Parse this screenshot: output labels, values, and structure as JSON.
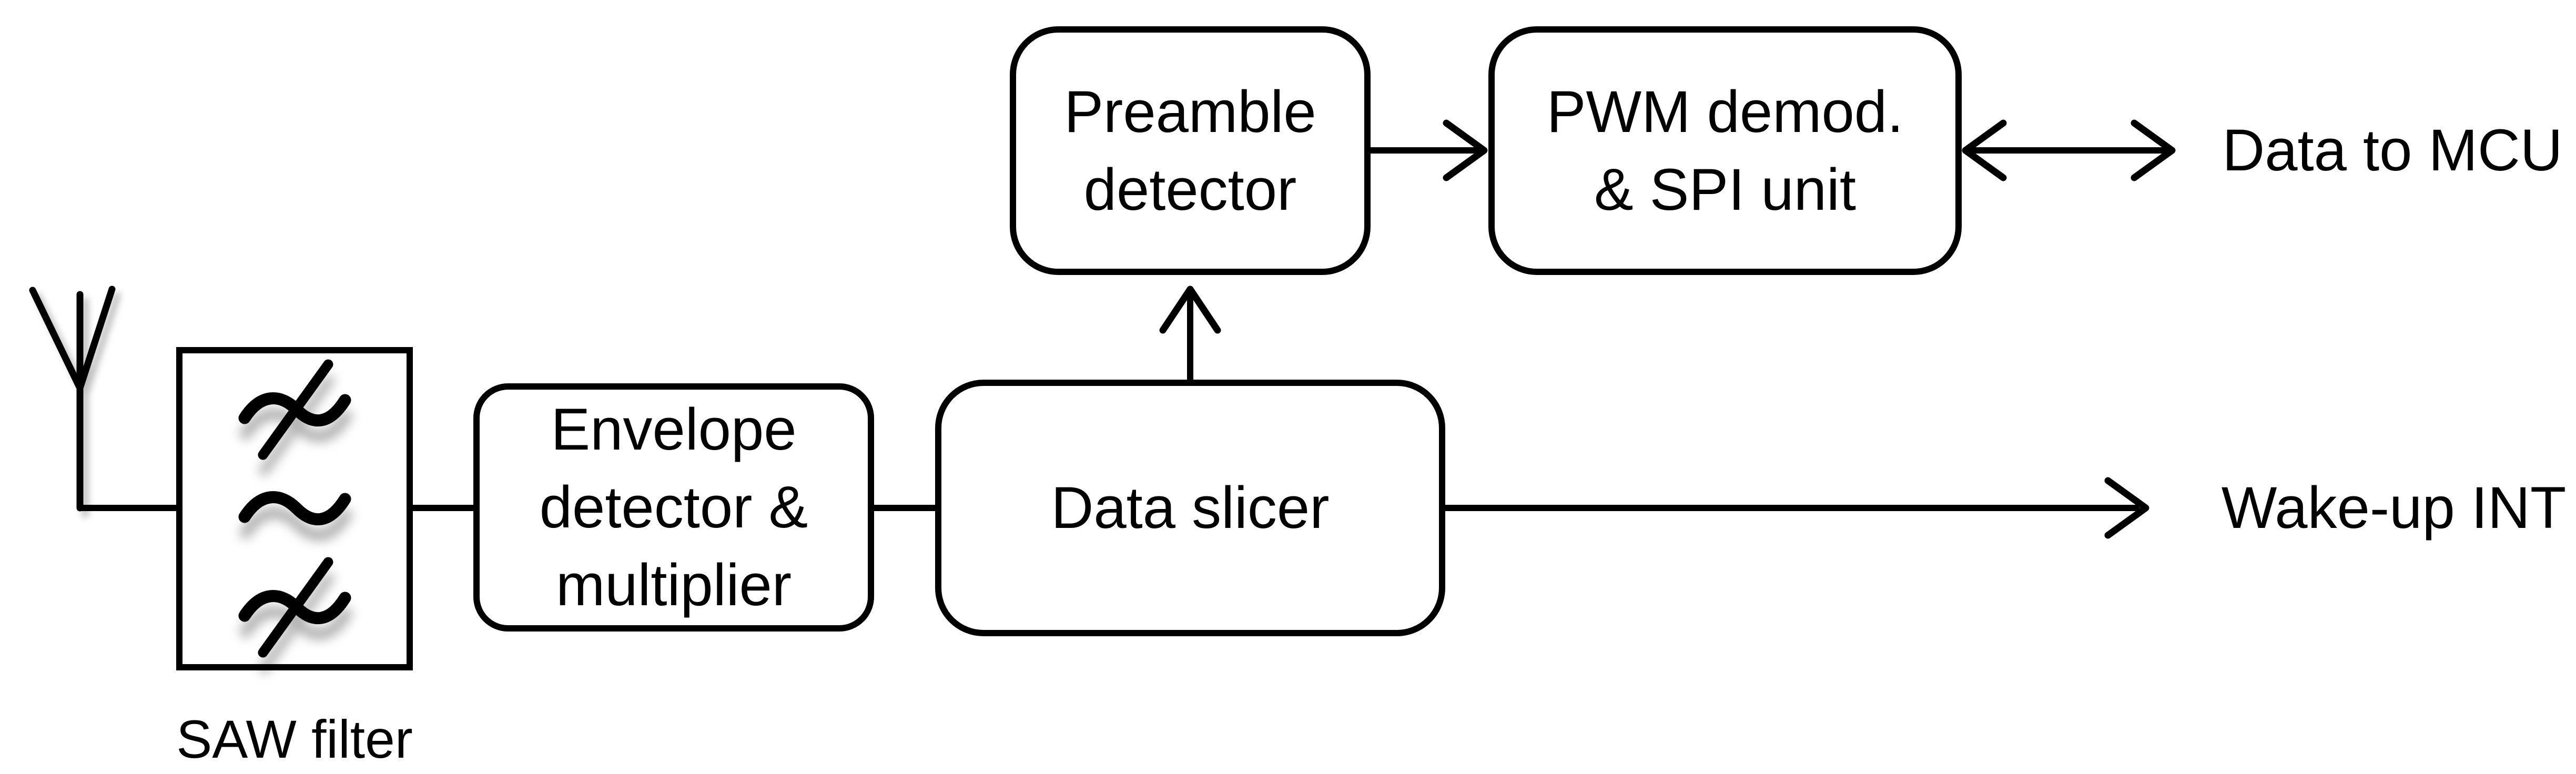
{
  "diagram": {
    "background_color": "#ffffff",
    "line_color": "#000000",
    "nodes": {
      "saw_filter": {
        "label": "SAW filter",
        "icon": "bandpass-filter-icon"
      },
      "envelope_detector": {
        "lines": [
          "Envelope",
          "detector &",
          "multiplier"
        ]
      },
      "data_slicer": {
        "label": "Data slicer"
      },
      "preamble_detector": {
        "lines": [
          "Preamble",
          "detector"
        ]
      },
      "pwm_spi_unit": {
        "lines": [
          "PWM demod.",
          "& SPI unit"
        ]
      }
    },
    "ports": {
      "antenna": {
        "icon": "antenna-icon"
      },
      "data_to_mcu": {
        "label": "Data to MCU"
      },
      "wakeup_int": {
        "label": "Wake-up INT"
      }
    }
  }
}
